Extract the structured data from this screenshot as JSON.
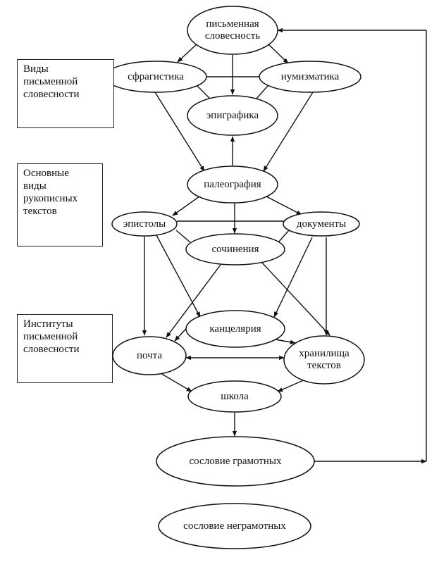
{
  "side_boxes": {
    "types": [
      "Виды",
      "письменной",
      "словесности"
    ],
    "basic": [
      "Основные",
      "виды",
      "рукописных",
      "текстов"
    ],
    "institutes": [
      "Институты",
      "письменной",
      "словесности"
    ]
  },
  "nodes": {
    "pismennaya": [
      "письменная",
      "словесность"
    ],
    "sfragistika": [
      "сфрагистика"
    ],
    "numizmatika": [
      "нумизматика"
    ],
    "epigrafika": [
      "эпиграфика"
    ],
    "paleografiya": [
      "палеография"
    ],
    "epistoly": [
      "эпистолы"
    ],
    "dokumenty": [
      "документы"
    ],
    "sochineniya": [
      "сочинения"
    ],
    "kantselyariya": [
      "канцелярия"
    ],
    "pochta": [
      "почта"
    ],
    "khranilishcha": [
      "хранилища",
      "текстов"
    ],
    "shkola": [
      "школа"
    ],
    "soslovie_gramotnykh": [
      "сословие грамотных"
    ],
    "soslovie_negramotnykh": [
      "сословие неграмотных"
    ]
  }
}
